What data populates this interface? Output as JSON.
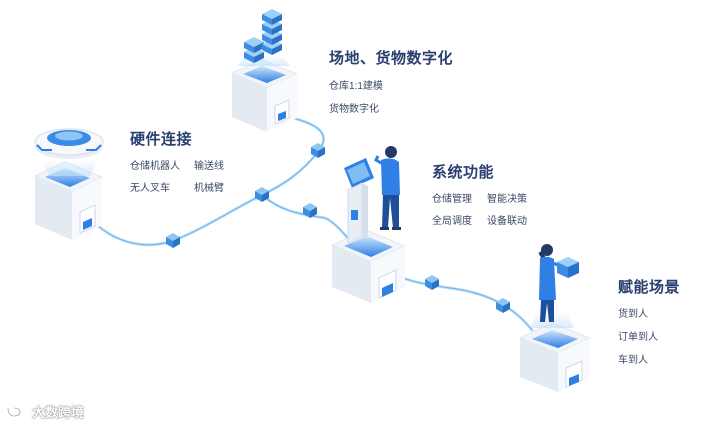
{
  "colors": {
    "accent": "#2f80e6",
    "line": "#a9d3f3",
    "box_top": "#eef3f9",
    "box_side": "#dfe6ef",
    "title_text": "#2a3f70",
    "item_text": "#3c4a66"
  },
  "stages": [
    {
      "title": "硬件连接",
      "items": [
        "仓储机器人",
        "输送线",
        "无人叉车",
        "机械臂"
      ],
      "icon": "robot-disc-icon"
    },
    {
      "title": "场地、货物数字化",
      "items": [
        "仓库1:1建模",
        "货物数字化"
      ],
      "icon": "server-stack-icon"
    },
    {
      "title": "系统功能",
      "items": [
        "仓储管理",
        "智能决策",
        "全局调度",
        "设备联动"
      ],
      "icon": "person-kiosk-icon"
    },
    {
      "title": "赋能场景",
      "items": [
        "货到人",
        "订单到人",
        "车到人"
      ],
      "icon": "person-package-icon"
    }
  ],
  "watermark": "大数跨境"
}
